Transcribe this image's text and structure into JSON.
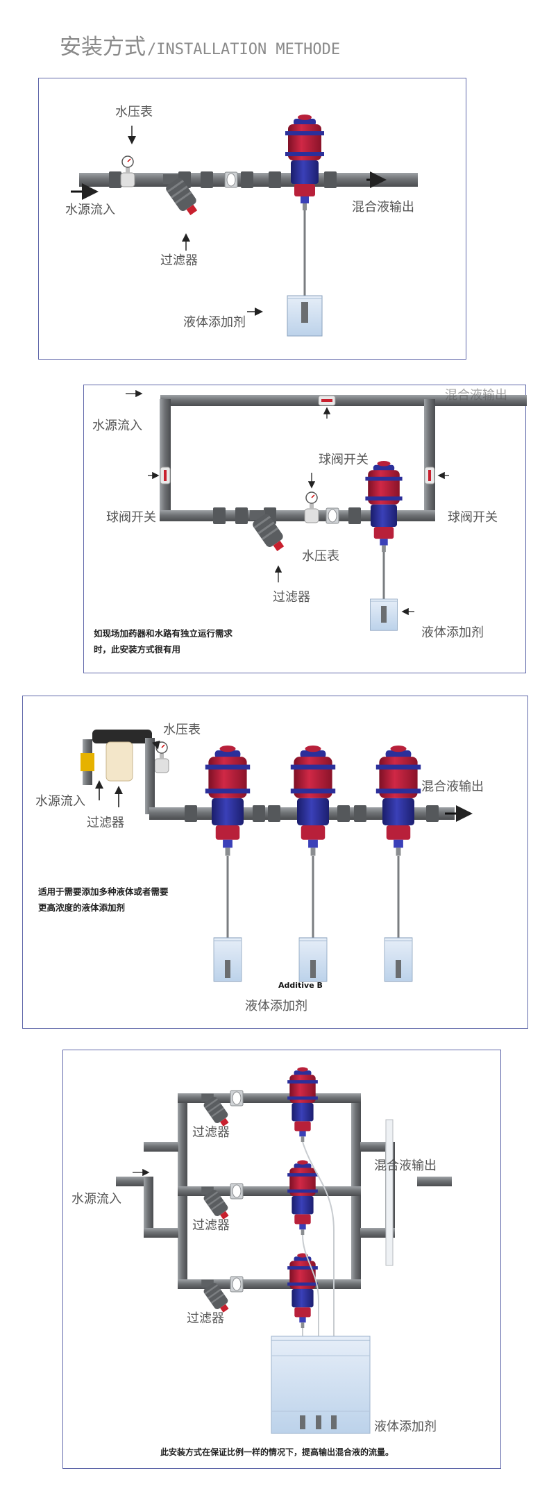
{
  "page": {
    "title_cn": "安装方式",
    "title_en": "/INSTALLATION METHODE"
  },
  "diagram1": {
    "pressure_gauge": "水压表",
    "water_inlet": "水源流入",
    "filter": "过滤器",
    "mix_output": "混合液输出",
    "additive": "液体添加剂"
  },
  "diagram2": {
    "water_inlet": "水源流入",
    "mix_output": "混合液输出",
    "ball_valve_top": "球阀开关",
    "ball_valve_left": "球阀开关",
    "ball_valve_right": "球阀开关",
    "pressure_gauge": "水压表",
    "filter": "过滤器",
    "additive": "液体添加剂",
    "note_line1": "如现场加药器和水路有独立运行需求",
    "note_line2": "时，此安装方式很有用"
  },
  "diagram3": {
    "pressure_gauge": "水压表",
    "water_inlet": "水源流入",
    "filter": "过滤器",
    "mix_output": "混合液输出",
    "additive": "液体添加剂",
    "additive_b": "Additive B",
    "note_line1": "适用于需要添加多种液体或者需要",
    "note_line2": "更高浓度的液体添加剂"
  },
  "diagram4": {
    "water_inlet": "水源流入",
    "filter_1": "过滤器",
    "filter_2": "过滤器",
    "filter_3": "过滤器",
    "mix_output": "混合液输出",
    "additive": "液体添加剂",
    "note": "此安装方式在保证比例一样的情况下，提高输出混合液的流量。"
  },
  "colors": {
    "pipe": "#6f7275",
    "pump_red": "#b8203a",
    "pump_blue": "#2b2f9a",
    "frame_blue": "#5f67a9",
    "liquid": "#cfe0f2"
  }
}
